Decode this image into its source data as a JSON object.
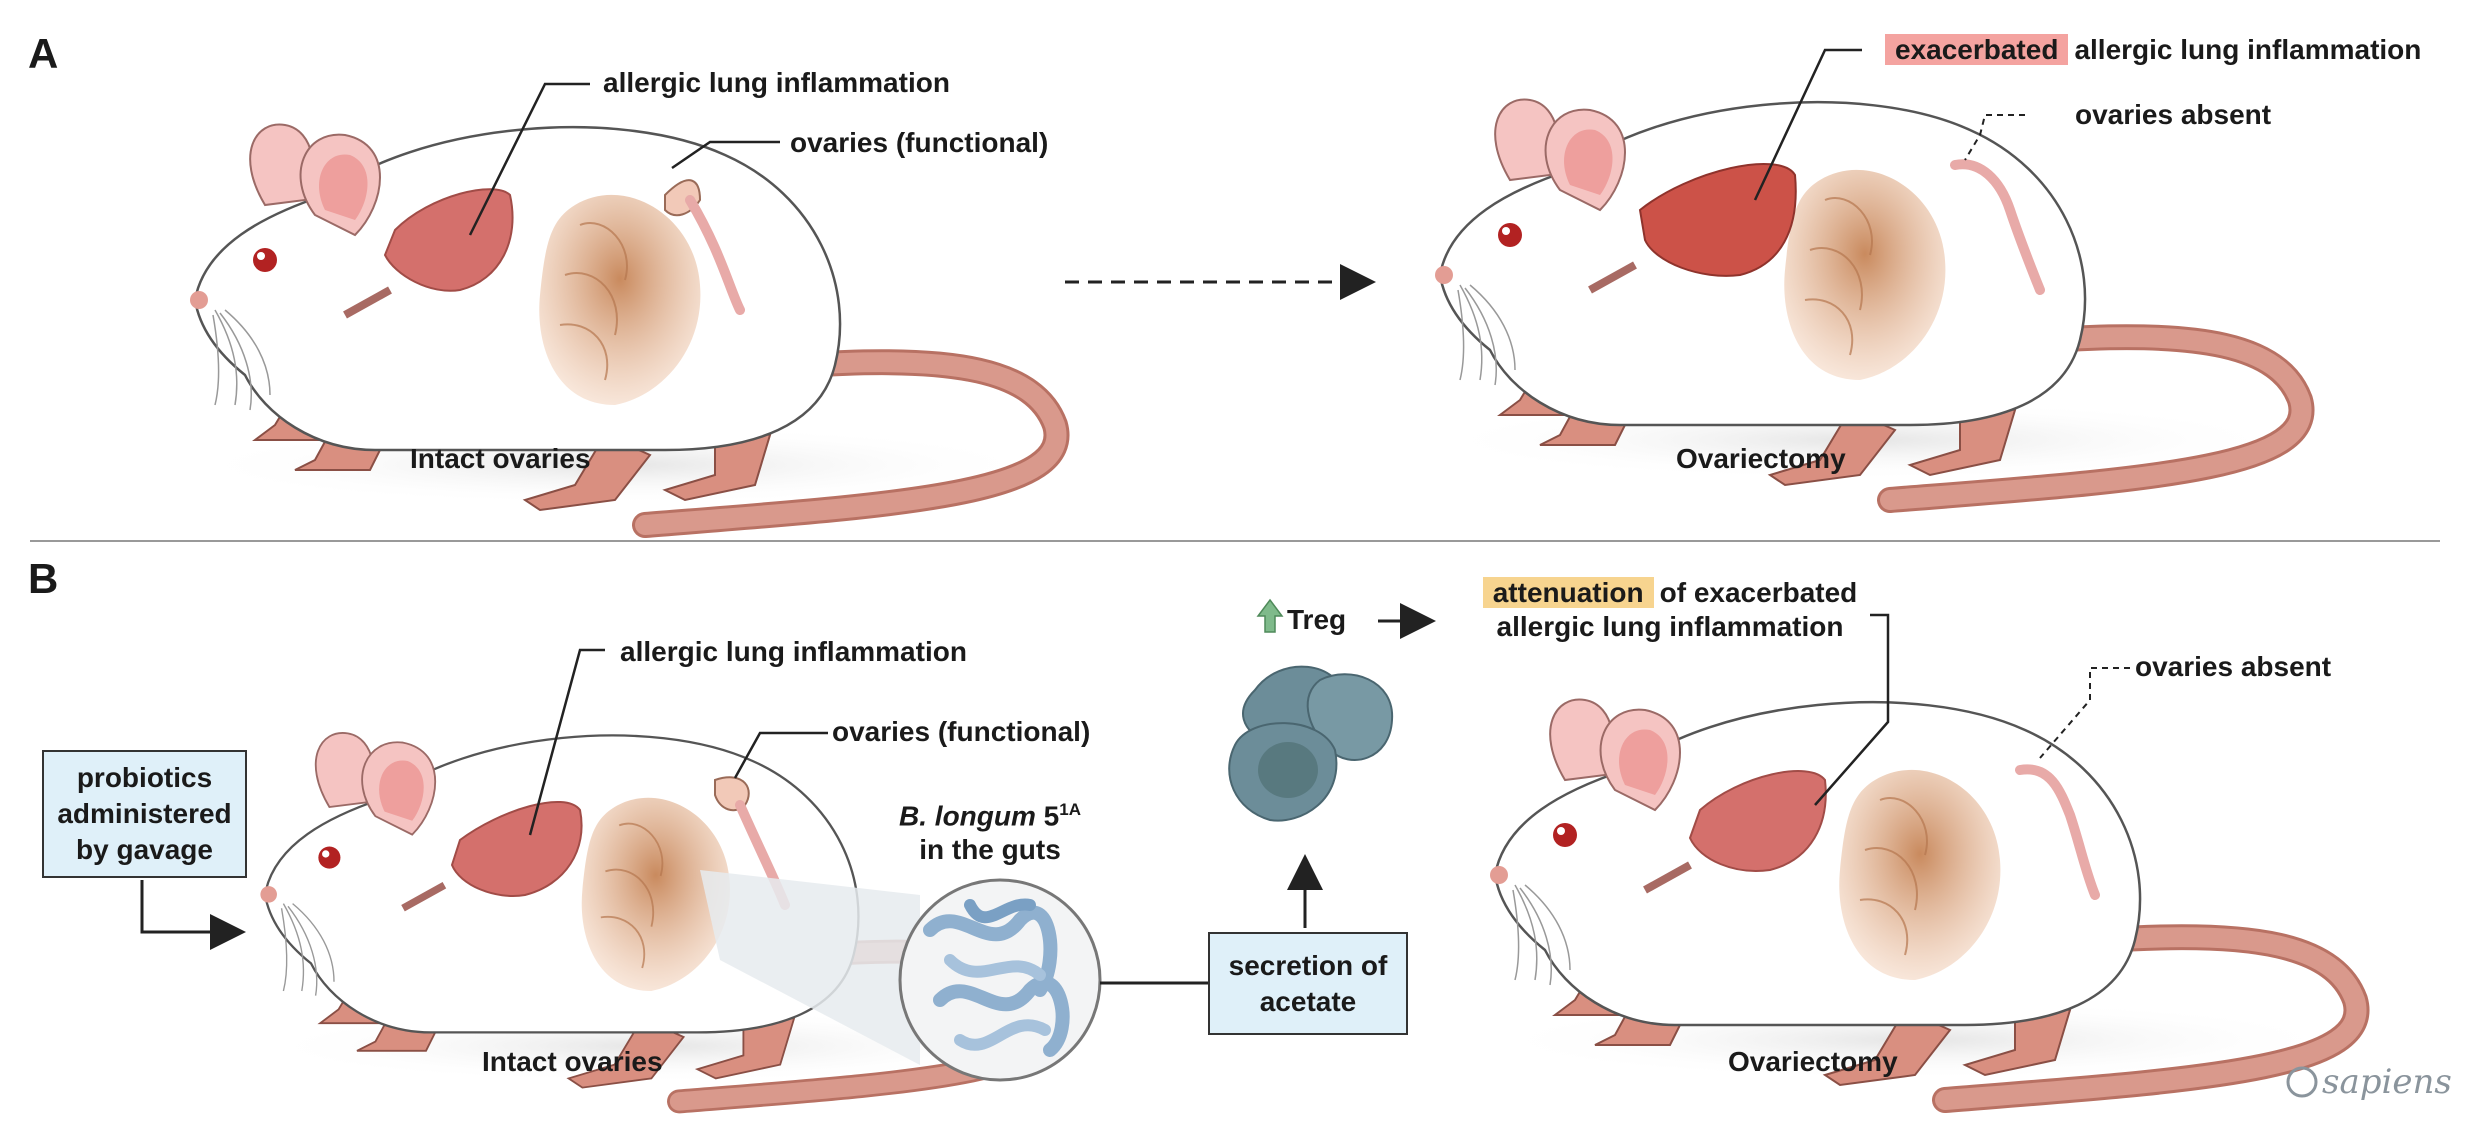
{
  "panels": {
    "a": "A",
    "b": "B"
  },
  "panel_a": {
    "left": {
      "lung_label": "allergic lung inflammation",
      "ovaries_label": "ovaries (functional)",
      "caption": "Intact ovaries"
    },
    "right": {
      "highlight": "exacerbated",
      "lung_label": "allergic lung inflammation",
      "ovaries_label": "ovaries absent",
      "caption": "Ovariectomy"
    }
  },
  "panel_b": {
    "left": {
      "lung_label": "allergic lung inflammation",
      "ovaries_label": "ovaries (functional)",
      "caption": "Intact ovaries"
    },
    "probiotics_box": {
      "line1": "probiotics",
      "line2": "administered",
      "line3": "by gavage"
    },
    "gut": {
      "species": "B. longum",
      "strain": "5",
      "superscript": "1A",
      "line2": "in the guts"
    },
    "acetate_box": {
      "line1": "secretion of",
      "line2": "acetate"
    },
    "treg_label": "Treg",
    "result": {
      "highlight": "attenuation",
      "line1_rest": "of exacerbated",
      "line2": "allergic lung inflammation"
    },
    "right": {
      "ovaries_label": "ovaries absent",
      "caption": "Ovariectomy"
    }
  },
  "watermark": "sapiens",
  "colors": {
    "mouse_body": "#ffffff",
    "mouse_outline": "#555555",
    "pink_skin": "#d98f80",
    "ear_inner": "#f2b3b0",
    "lung": "#d4706c",
    "lung_exacerbated": "#cc5248",
    "ovary": "#e0a27a",
    "bacteria": "#8fb0cf",
    "treg_cell": "#6c8d99",
    "exacerbated_highlight": "#f4a3a0",
    "attenuation_highlight": "#f7d48f",
    "box_fill": "#dff0f9",
    "up_arrow": "#7fba8b"
  }
}
